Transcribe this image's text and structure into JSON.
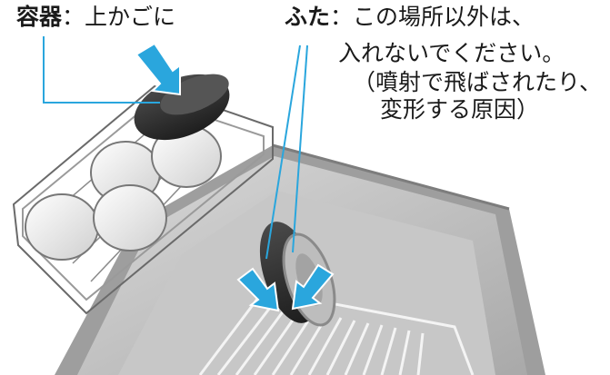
{
  "container_label": {
    "term": "容器",
    "sep": "：",
    "desc": "上かごに"
  },
  "lid_label": {
    "term": "ふた",
    "sep": "：",
    "desc": "この場所以外は、"
  },
  "lid_note": {
    "line1": "入れないでください。",
    "line2": "（噴射で飛ばされたり、",
    "line3": "変形する原因）"
  },
  "colors": {
    "callout_line": "#2aa6dd",
    "arrow": "#2aa6dd",
    "text": "#1a1a1a"
  }
}
